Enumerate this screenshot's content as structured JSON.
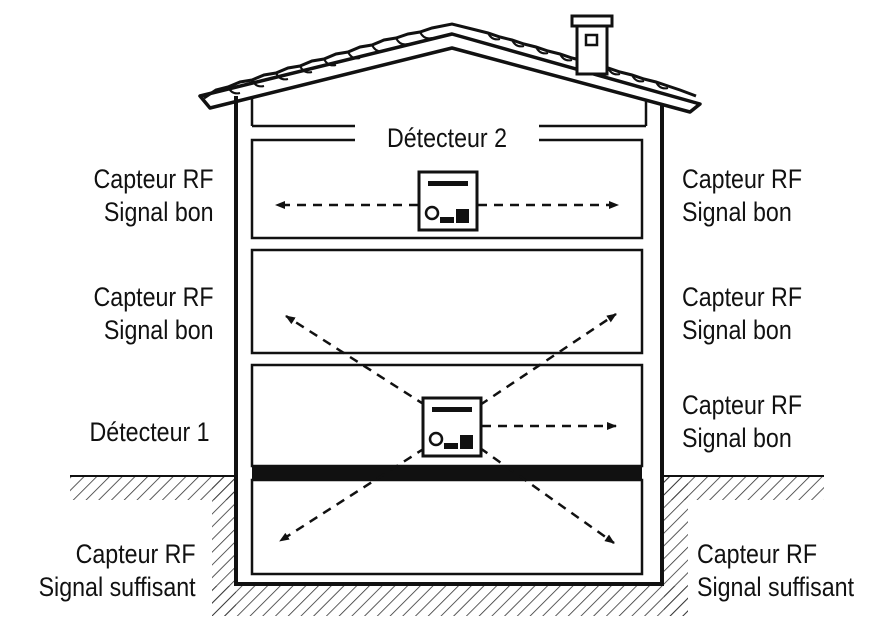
{
  "detectors": {
    "upper": "Détecteur 2",
    "lower": "Détecteur 1"
  },
  "sensors": {
    "left": [
      {
        "line1": "Capteur RF",
        "line2": "Signal bon"
      },
      {
        "line1": "Capteur RF",
        "line2": "Signal bon"
      },
      {
        "line1": "Capteur RF",
        "line2": "Signal suffisant"
      }
    ],
    "right": [
      {
        "line1": "Capteur RF",
        "line2": "Signal bon"
      },
      {
        "line1": "Capteur RF",
        "line2": "Signal bon"
      },
      {
        "line1": "Capteur RF",
        "line2": "Signal bon"
      },
      {
        "line1": "Capteur RF",
        "line2": "Signal suffisant"
      }
    ]
  },
  "colors": {
    "ink": "#111111",
    "background": "#ffffff"
  }
}
